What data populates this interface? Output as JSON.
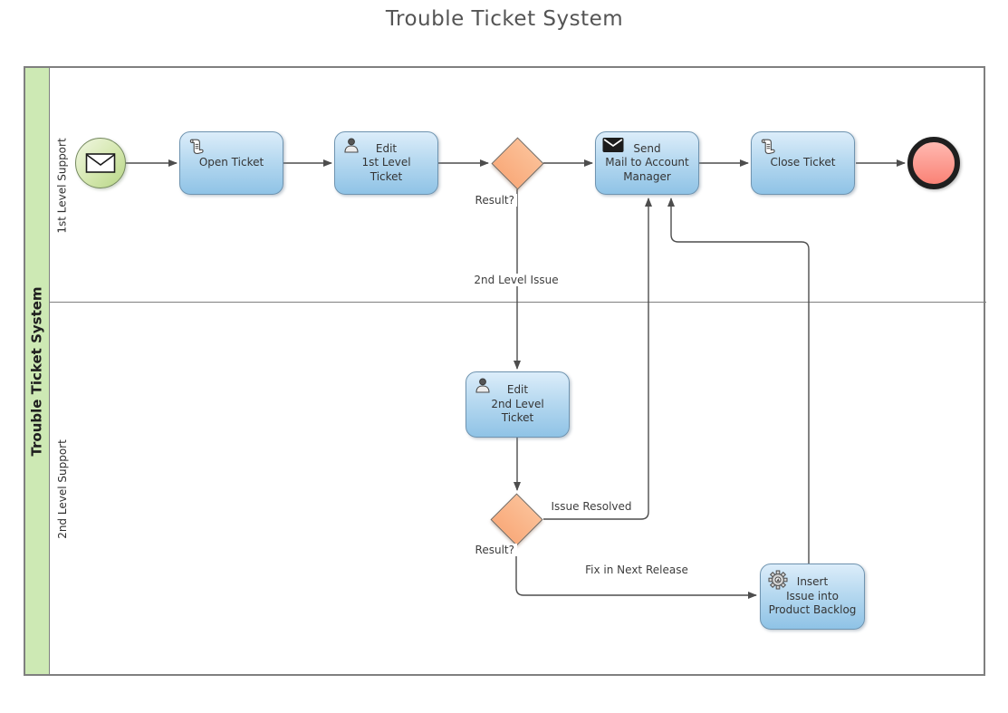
{
  "title": "Trouble Ticket System",
  "pool": {
    "label": "Trouble Ticket System",
    "lanes": [
      {
        "label": "1st Level Support"
      },
      {
        "label": "2nd Level Support"
      }
    ]
  },
  "nodes": {
    "open_ticket": {
      "label": "Open Ticket"
    },
    "edit_1st_level": {
      "label": "Edit\n1st Level\nTicket"
    },
    "gateway_1": {
      "label": "Result?"
    },
    "send_mail": {
      "label": "Send\nMail to Account\nManager"
    },
    "close_ticket": {
      "label": "Close Ticket"
    },
    "edit_2nd_level": {
      "label": "Edit\n2nd Level\nTicket"
    },
    "gateway_2": {
      "label": "Result?"
    },
    "insert_backlog": {
      "label": "Insert\nIssue into\nProduct Backlog"
    }
  },
  "edges": {
    "second_level_issue": {
      "label": "2nd Level Issue"
    },
    "issue_resolved": {
      "label": "Issue Resolved"
    },
    "fix_in_next_release": {
      "label": "Fix in Next Release"
    }
  },
  "icons": {
    "start_event": "envelope-icon",
    "open_ticket": "scroll-icon",
    "edit_1st_level": "user-icon",
    "send_mail": "mail-icon",
    "close_ticket": "scroll-icon",
    "edit_2nd_level": "user-icon",
    "insert_backlog": "gear-icon"
  },
  "colors": {
    "task_fill_top": "#dcedfa",
    "task_fill_bottom": "#8fc3e6",
    "task_border": "#6f94b0",
    "gateway_fill": "#f9ab7c",
    "start_event_fill": "#c9dd9d",
    "start_event_border": "#75895f",
    "end_event_fill": "#fa8276",
    "end_event_ring": "#1f1f1f",
    "pool_band_green": "#cde9b4",
    "pool_border": "#7f7f7f",
    "connector": "#4d4d4d",
    "title_color": "#545454"
  }
}
